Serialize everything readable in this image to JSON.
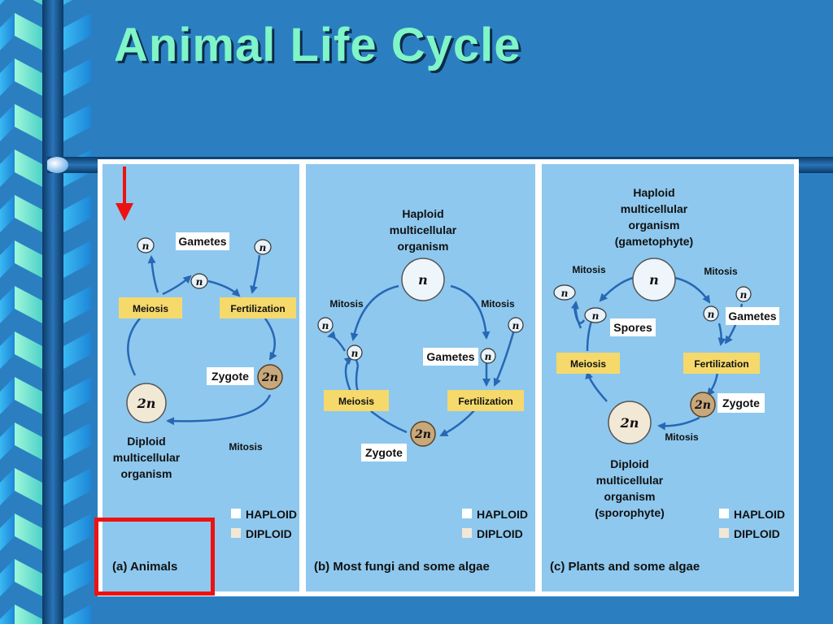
{
  "title": "Animal Life Cycle",
  "colors": {
    "background": "#2b7fc1",
    "title": "#7ff5c8",
    "panel": "#8ec8ee",
    "yellow_box": "#f5d96b",
    "highlight": "#ee1111",
    "arrow": "#2767b5"
  },
  "panels": {
    "a": {
      "caption": "(a) Animals",
      "gametes": "Gametes",
      "meiosis": "Meiosis",
      "fertilization": "Fertilization",
      "zygote": "Zygote",
      "mitosis": "Mitosis",
      "organism_lines": [
        "Diploid",
        "multicellular",
        "organism"
      ],
      "haploid_key": "HAPLOID",
      "diploid_key": "DIPLOID"
    },
    "b": {
      "caption": "(b) Most fungi and some algae",
      "organism_lines": [
        "Haploid",
        "multicellular",
        "organism"
      ],
      "mitosis_left": "Mitosis",
      "mitosis_right": "Mitosis",
      "gametes": "Gametes",
      "meiosis": "Meiosis",
      "fertilization": "Fertilization",
      "zygote": "Zygote",
      "haploid_key": "HAPLOID",
      "diploid_key": "DIPLOID"
    },
    "c": {
      "caption": "(c) Plants and some algae",
      "top_lines": [
        "Haploid",
        "multicellular",
        "organism",
        "(gametophyte)"
      ],
      "mitosis_left": "Mitosis",
      "mitosis_right": "Mitosis",
      "mitosis_bottom": "Mitosis",
      "spores": "Spores",
      "gametes": "Gametes",
      "meiosis": "Meiosis",
      "fertilization": "Fertilization",
      "zygote": "Zygote",
      "bottom_lines": [
        "Diploid",
        "multicellular",
        "organism",
        "(sporophyte)"
      ],
      "haploid_key": "HAPLOID",
      "diploid_key": "DIPLOID"
    }
  },
  "symbols": {
    "haploid": "n",
    "diploid": "2n"
  },
  "icons": {
    "pointer": "red-down-arrow-icon",
    "marker": "red-rectangle-highlight"
  }
}
